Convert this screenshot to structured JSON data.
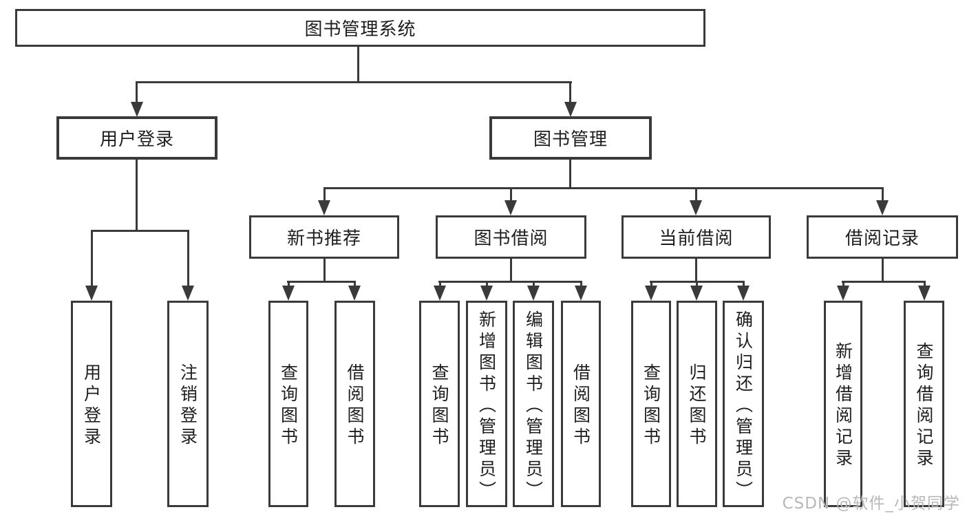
{
  "diagram": {
    "root": "图书管理系统",
    "level2": [
      "用户登录",
      "图书管理"
    ],
    "level3": [
      "新书推荐",
      "图书借阅",
      "当前借阅",
      "借阅记录"
    ],
    "leaves": {
      "user_login": [
        "用户登录",
        "注销登录"
      ],
      "new_book": [
        "查询图书",
        "借阅图书"
      ],
      "book_borrow": [
        "查询图书",
        "新增图书（管理员）",
        "编辑图书（管理员）",
        "借阅图书"
      ],
      "current_borrow": [
        "查询图书",
        "归还图书",
        "确认归还（管理员）"
      ],
      "borrow_record": [
        "新增借阅记录",
        "查询借阅记录"
      ]
    }
  },
  "colors": {
    "line": "#3a3a3a",
    "node_text": "#1e1e1e",
    "node_fill": "#ffffff",
    "background": "#ffffff",
    "watermark": "#b8b8b8"
  },
  "watermark": "CSDN @软件_小贺同学"
}
